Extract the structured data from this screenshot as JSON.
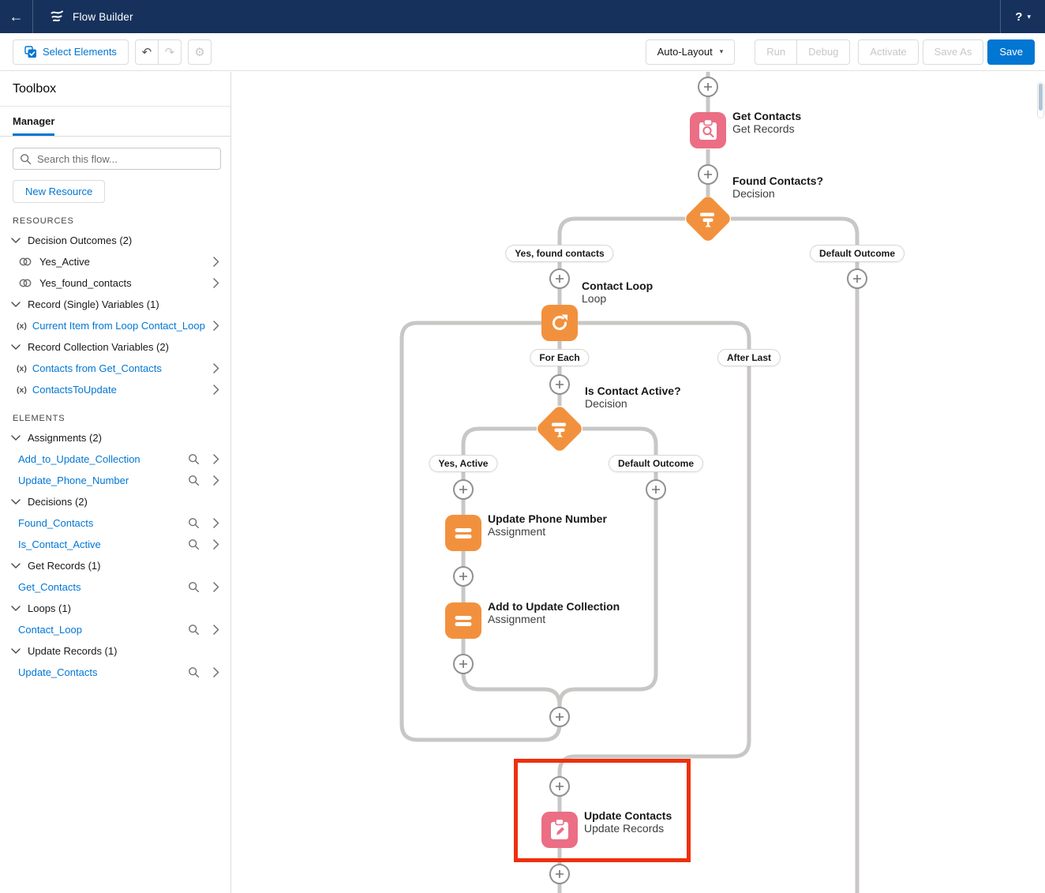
{
  "navbar": {
    "title": "Flow Builder",
    "help": "?"
  },
  "toolbar": {
    "select_elements": "Select Elements",
    "auto_layout": "Auto-Layout",
    "run": "Run",
    "debug": "Debug",
    "activate": "Activate",
    "save_as": "Save As",
    "save": "Save"
  },
  "toolbox": {
    "title": "Toolbox",
    "tab": "Manager",
    "search_placeholder": "Search this flow...",
    "new_resource": "New Resource",
    "resources_label": "RESOURCES",
    "elements_label": "ELEMENTS",
    "resources": [
      {
        "header": "Decision Outcomes (2)",
        "items": [
          {
            "label": "Yes_Active"
          },
          {
            "label": "Yes_found_contacts"
          }
        ]
      },
      {
        "header": "Record (Single) Variables (1)",
        "items": [
          {
            "label": "Current Item from Loop Contact_Loop"
          }
        ]
      },
      {
        "header": "Record Collection Variables (2)",
        "items": [
          {
            "label": "Contacts from Get_Contacts"
          },
          {
            "label": "ContactsToUpdate"
          }
        ]
      }
    ],
    "elements": [
      {
        "header": "Assignments (2)",
        "items": [
          {
            "label": "Add_to_Update_Collection"
          },
          {
            "label": "Update_Phone_Number"
          }
        ]
      },
      {
        "header": "Decisions (2)",
        "items": [
          {
            "label": "Found_Contacts"
          },
          {
            "label": "Is_Contact_Active"
          }
        ]
      },
      {
        "header": "Get Records (1)",
        "items": [
          {
            "label": "Get_Contacts"
          }
        ]
      },
      {
        "header": "Loops (1)",
        "items": [
          {
            "label": "Contact_Loop"
          }
        ]
      },
      {
        "header": "Update Records (1)",
        "items": [
          {
            "label": "Update_Contacts"
          }
        ]
      }
    ]
  },
  "canvas": {
    "nodes": {
      "get_contacts": {
        "title": "Get Contacts",
        "subtitle": "Get Records"
      },
      "found_contacts": {
        "title": "Found Contacts?",
        "subtitle": "Decision"
      },
      "contact_loop": {
        "title": "Contact Loop",
        "subtitle": "Loop"
      },
      "is_contact_active": {
        "title": "Is Contact Active?",
        "subtitle": "Decision"
      },
      "update_phone_number": {
        "title": "Update Phone Number",
        "subtitle": "Assignment"
      },
      "add_to_update_collection": {
        "title": "Add to Update Collection",
        "subtitle": "Assignment"
      },
      "update_contacts": {
        "title": "Update Contacts",
        "subtitle": "Update Records"
      }
    },
    "branch_labels": {
      "yes_found_contacts": "Yes, found contacts",
      "default_outcome_1": "Default Outcome",
      "for_each": "For Each",
      "after_last": "After Last",
      "yes_active": "Yes, Active",
      "default_outcome_2": "Default Outcome"
    }
  },
  "icons": {
    "back_arrow": "←",
    "caret": "▾",
    "undo": "↶",
    "redo": "↷",
    "gear": "⚙",
    "variable_glyph": "(x)"
  },
  "colors": {
    "accent_blue": "#0176d3",
    "navbar_navy": "#16325c",
    "flow_orange": "#f2913d",
    "flow_pink": "#eb6e85",
    "highlight_red": "#ee300c",
    "connector_gray": "#c9c7c5"
  }
}
